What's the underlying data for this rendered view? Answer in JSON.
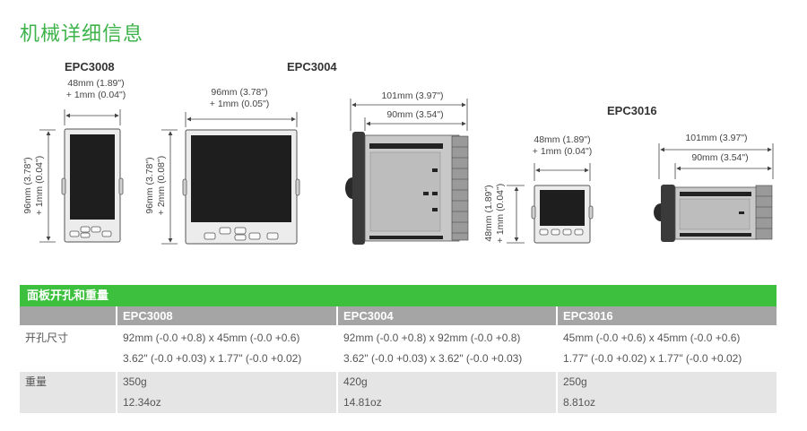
{
  "page_title": "机械详细信息",
  "models": {
    "epc3008": "EPC3008",
    "epc3004": "EPC3004",
    "epc3016": "EPC3016"
  },
  "dimensions": {
    "epc3008_width": [
      "48mm (1.89\")",
      "+ 1mm (0.04\")"
    ],
    "epc3008_height": [
      "96mm (3.78\")",
      "+ 1mm (0.04\")"
    ],
    "epc3004_width": [
      "96mm (3.78\")",
      "+ 1mm (0.05\")"
    ],
    "epc3004_height": [
      "96mm (3.78\")",
      "+ 2mm (0.08\")"
    ],
    "side_depth_total": "101mm (3.97\")",
    "side_depth_body": "90mm (3.54\")",
    "epc3016_width": [
      "48mm (1.89\")",
      "+ 1mm (0.04\")"
    ],
    "epc3016_height": [
      "48mm (1.89\")",
      "+ 1mm (0.04\")"
    ],
    "side2_depth_total": "101mm (3.97\")",
    "side2_depth_body": "90mm (3.54\")"
  },
  "table": {
    "heading": "面板开孔和重量",
    "columns": [
      "",
      "EPC3008",
      "EPC3004",
      "EPC3016"
    ],
    "rows": [
      {
        "label": "开孔尺寸",
        "lines": [
          [
            "92mm (-0.0 +0.8) x 45mm (-0.0 +0.6)",
            "92mm (-0.0 +0.8) x 92mm (-0.0 +0.8)",
            "45mm (-0.0 +0.6) x 45mm (-0.0 +0.6)"
          ],
          [
            "3.62\" (-0.0 +0.03) x 1.77\" (-0.0 +0.02)",
            "3.62\" (-0.0 +0.03) x 3.62\" (-0.0 +0.03)",
            "1.77\" (-0.0 +0.02) x 1.77\" (-0.0 +0.02)"
          ]
        ]
      },
      {
        "label": "重量",
        "lines": [
          [
            "350g",
            "420g",
            "250g"
          ],
          [
            "12.34oz",
            "14.81oz",
            "8.81oz"
          ]
        ]
      }
    ]
  },
  "colors": {
    "accent": "#3cc03d",
    "header_gray": "#a5a5a5",
    "row_shade": "#e5e5e5"
  }
}
